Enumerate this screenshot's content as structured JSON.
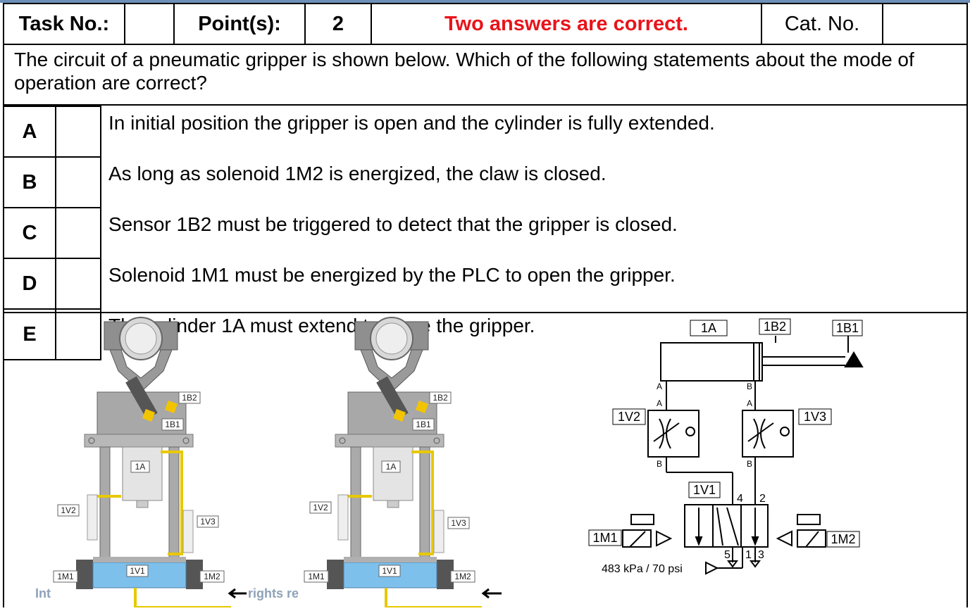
{
  "header": {
    "task_label": "Task No.:",
    "points_label": "Point(s):",
    "points_value": "2",
    "note": "Two answers are correct.",
    "cat_label": "Cat. No."
  },
  "question": "The circuit of a pneumatic gripper is shown below. Which of the following statements about  the mode of operation are correct?",
  "answers": [
    {
      "letter": "A",
      "text": "In initial position the gripper is open and the cylinder is fully extended."
    },
    {
      "letter": "B",
      "text": "As long as solenoid 1M2 is energized, the claw is closed."
    },
    {
      "letter": "C",
      "text": "Sensor 1B2 must be triggered to detect that the gripper is closed."
    },
    {
      "letter": "D",
      "text": "Solenoid 1M1 must be energized by the PLC to open the gripper."
    },
    {
      "letter": "E",
      "text": "The cylinder 1A must extend to close the gripper."
    }
  ],
  "figure": {
    "labels": {
      "b2": "1B2",
      "b1": "1B1",
      "a1": "1A",
      "v2": "1V2",
      "v3": "1V3",
      "v1": "1V1",
      "m1": "1M1",
      "m2": "1M2"
    },
    "port_labels": {
      "a": "A",
      "b": "B",
      "p4": "4",
      "p2": "2",
      "p5": "5",
      "p1": "1",
      "p3": "3"
    },
    "supply": "483 kPa / 70 psi",
    "footer_left": "Int",
    "footer_right": "rights re"
  },
  "colors": {
    "note": "#e8141b",
    "wire": "#e8c800",
    "valve_body": "#7ec0ec",
    "sensor": "#f2c400"
  }
}
